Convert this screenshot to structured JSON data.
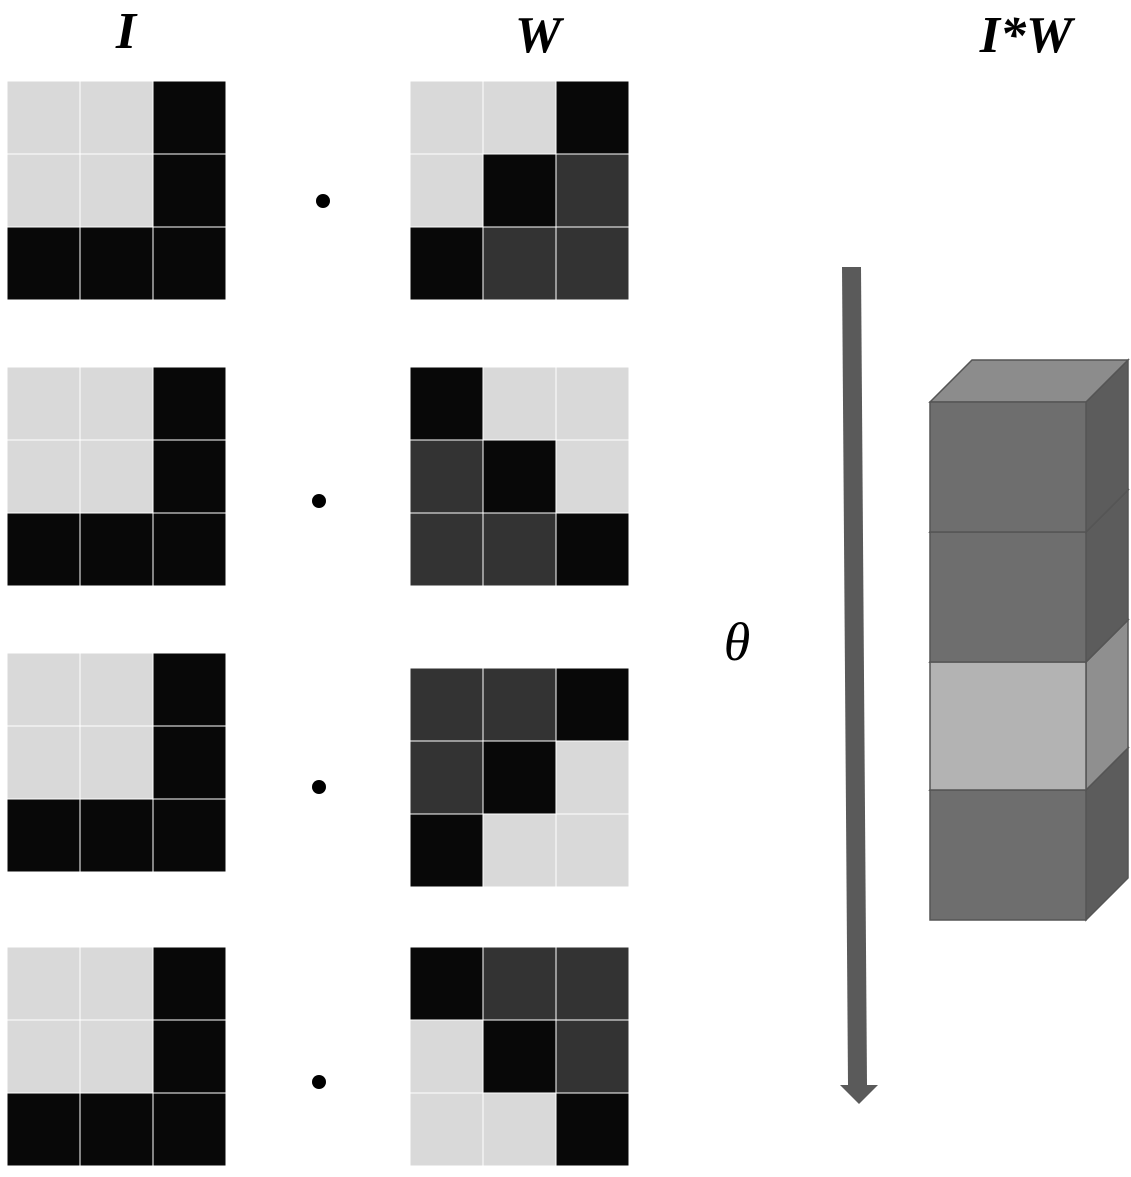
{
  "labels": {
    "input": "I",
    "kernel": "W",
    "output": "I*W",
    "angle": "θ"
  },
  "colors": {
    "light": "#d9d9d9",
    "dark": "#333333",
    "black": "#080808",
    "grid_line": "#ffffff",
    "arrow": "#5a5a5a",
    "cube_front": "#6e6e6e",
    "cube_top": "#8c8c8c",
    "cube_side": "#5c5c5c",
    "cube_front_light": "#b3b3b3",
    "cube_side_light": "#8f8f8f",
    "cube_edge": "#555555"
  },
  "input_matrix": [
    [
      "light",
      "light",
      "black"
    ],
    [
      "light",
      "light",
      "black"
    ],
    [
      "black",
      "black",
      "black"
    ]
  ],
  "rows": [
    {
      "operator": "dot",
      "kernel": [
        [
          "light",
          "light",
          "black"
        ],
        [
          "light",
          "black",
          "dark"
        ],
        [
          "black",
          "dark",
          "dark"
        ]
      ]
    },
    {
      "operator": "dot",
      "kernel": [
        [
          "black",
          "light",
          "light"
        ],
        [
          "dark",
          "black",
          "light"
        ],
        [
          "dark",
          "dark",
          "black"
        ]
      ]
    },
    {
      "operator": "dot",
      "kernel": [
        [
          "dark",
          "dark",
          "black"
        ],
        [
          "dark",
          "black",
          "light"
        ],
        [
          "black",
          "light",
          "light"
        ]
      ]
    },
    {
      "operator": "dot",
      "kernel": [
        [
          "black",
          "dark",
          "dark"
        ],
        [
          "light",
          "black",
          "dark"
        ],
        [
          "light",
          "light",
          "black"
        ]
      ]
    }
  ],
  "output_stack": [
    {
      "shade": "dark"
    },
    {
      "shade": "dark"
    },
    {
      "shade": "light"
    },
    {
      "shade": "dark"
    }
  ]
}
